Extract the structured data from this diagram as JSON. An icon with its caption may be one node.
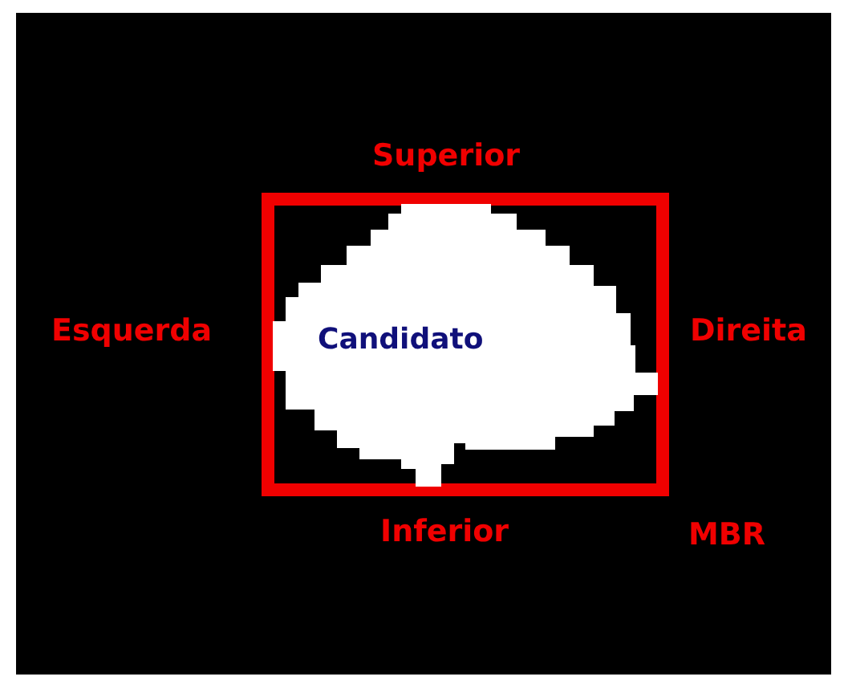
{
  "diagram": {
    "nodes": [
      {
        "text": [
          "MBR"
        ]
      },
      {
        "text": [
          "Candidato"
        ],
        "in": 0
      }
    ],
    "edges": [],
    "labels": [
      "Superior",
      "Esquerda",
      "Direita",
      "Inferior"
    ]
  }
}
